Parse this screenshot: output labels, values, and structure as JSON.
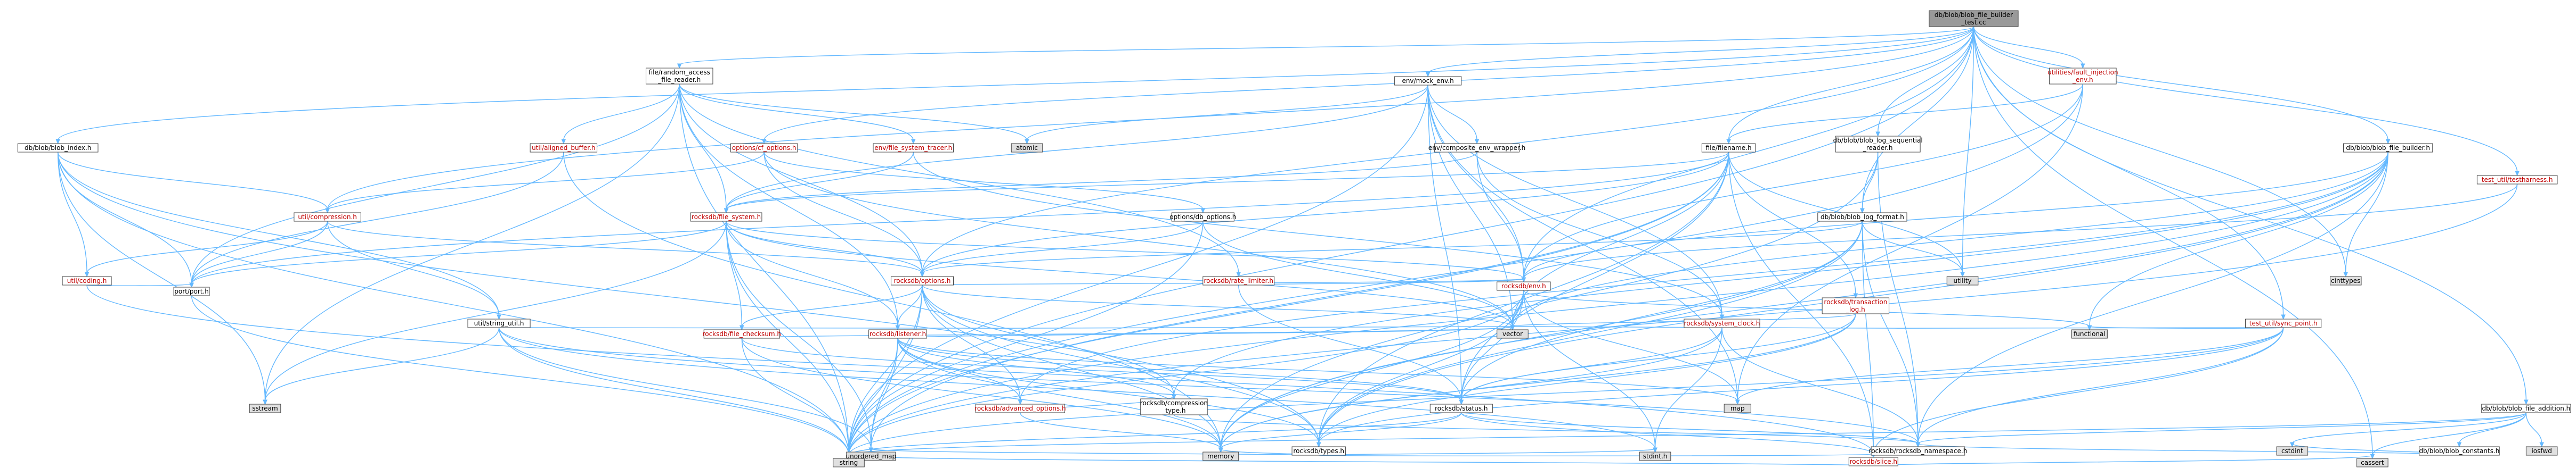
{
  "colors": {
    "edge": "#63b8ff",
    "root_fill": "#999999",
    "node_fill": "#ffffff",
    "external_fill": "#e0e0e0",
    "node_border": "#404040",
    "red_text": "#c00000"
  },
  "nodes": [
    {
      "id": "root",
      "lines": [
        "db/blob/blob_file_builder",
        "_test.cc"
      ],
      "kind": "root"
    },
    {
      "id": "random_access_file_reader",
      "lines": [
        "file/random_access",
        "_file_reader.h"
      ],
      "kind": "normal"
    },
    {
      "id": "mock_env",
      "lines": [
        "env/mock_env.h"
      ],
      "kind": "normal"
    },
    {
      "id": "fault_injection_env",
      "lines": [
        "utilities/fault_injection",
        "_env.h"
      ],
      "kind": "link"
    },
    {
      "id": "blob_index",
      "lines": [
        "db/blob/blob_index.h"
      ],
      "kind": "normal"
    },
    {
      "id": "aligned_buffer",
      "lines": [
        "util/aligned_buffer.h"
      ],
      "kind": "link"
    },
    {
      "id": "file_system_tracer",
      "lines": [
        "env/file_system_tracer.h"
      ],
      "kind": "link"
    },
    {
      "id": "atomic",
      "lines": [
        "atomic"
      ],
      "kind": "external"
    },
    {
      "id": "cf_options",
      "lines": [
        "options/cf_options.h"
      ],
      "kind": "link"
    },
    {
      "id": "composite_env_wrapper",
      "lines": [
        "env/composite_env_wrapper.h"
      ],
      "kind": "normal"
    },
    {
      "id": "filename",
      "lines": [
        "file/filename.h"
      ],
      "kind": "normal"
    },
    {
      "id": "blob_log_sequential_reader",
      "lines": [
        "db/blob/blob_log_sequential",
        "_reader.h"
      ],
      "kind": "normal"
    },
    {
      "id": "blob_file_builder",
      "lines": [
        "db/blob/blob_file_builder.h"
      ],
      "kind": "normal"
    },
    {
      "id": "testharness",
      "lines": [
        "test_util/testharness.h"
      ],
      "kind": "link"
    },
    {
      "id": "compression",
      "lines": [
        "util/compression.h"
      ],
      "kind": "link"
    },
    {
      "id": "file_system",
      "lines": [
        "rocksdb/file_system.h"
      ],
      "kind": "link"
    },
    {
      "id": "db_options",
      "lines": [
        "options/db_options.h"
      ],
      "kind": "normal"
    },
    {
      "id": "blob_log_format",
      "lines": [
        "db/blob/blob_log_format.h"
      ],
      "kind": "normal"
    },
    {
      "id": "cinttypes",
      "lines": [
        "cinttypes"
      ],
      "kind": "external"
    },
    {
      "id": "utility",
      "lines": [
        "utility"
      ],
      "kind": "external"
    },
    {
      "id": "coding",
      "lines": [
        "util/coding.h"
      ],
      "kind": "link"
    },
    {
      "id": "string_util",
      "lines": [
        "util/string_util.h"
      ],
      "kind": "normal"
    },
    {
      "id": "port",
      "lines": [
        "port/port.h"
      ],
      "kind": "normal"
    },
    {
      "id": "options",
      "lines": [
        "rocksdb/options.h"
      ],
      "kind": "link"
    },
    {
      "id": "rate_limiter",
      "lines": [
        "rocksdb/rate_limiter.h"
      ],
      "kind": "link"
    },
    {
      "id": "env",
      "lines": [
        "rocksdb/env.h"
      ],
      "kind": "link"
    },
    {
      "id": "system_clock",
      "lines": [
        "rocksdb/system_clock.h"
      ],
      "kind": "link"
    },
    {
      "id": "transaction_log",
      "lines": [
        "rocksdb/transaction",
        "_log.h"
      ],
      "kind": "link"
    },
    {
      "id": "sync_point",
      "lines": [
        "test_util/sync_point.h"
      ],
      "kind": "link"
    },
    {
      "id": "blob_file_addition",
      "lines": [
        "db/blob/blob_file_addition.h"
      ],
      "kind": "normal"
    },
    {
      "id": "file_checksum",
      "lines": [
        "rocksdb/file_checksum.h"
      ],
      "kind": "link"
    },
    {
      "id": "listener",
      "lines": [
        "rocksdb/listener.h"
      ],
      "kind": "link"
    },
    {
      "id": "sstream",
      "lines": [
        "sstream"
      ],
      "kind": "external"
    },
    {
      "id": "vector",
      "lines": [
        "vector"
      ],
      "kind": "external"
    },
    {
      "id": "map",
      "lines": [
        "map"
      ],
      "kind": "external"
    },
    {
      "id": "functional",
      "lines": [
        "functional"
      ],
      "kind": "external"
    },
    {
      "id": "status",
      "lines": [
        "rocksdb/status.h"
      ],
      "kind": "normal"
    },
    {
      "id": "advanced_options",
      "lines": [
        "rocksdb/advanced_options.h"
      ],
      "kind": "link"
    },
    {
      "id": "compression_type",
      "lines": [
        "rocksdb/compression",
        "_type.h"
      ],
      "kind": "normal"
    },
    {
      "id": "iosfwd",
      "lines": [
        "iosfwd"
      ],
      "kind": "external"
    },
    {
      "id": "blob_constants",
      "lines": [
        "db/blob/blob_constants.h"
      ],
      "kind": "normal"
    },
    {
      "id": "rocksdb_namespace",
      "lines": [
        "rocksdb/rocksdb_namespace.h"
      ],
      "kind": "normal"
    },
    {
      "id": "cstdint",
      "lines": [
        "cstdint"
      ],
      "kind": "external"
    },
    {
      "id": "types",
      "lines": [
        "rocksdb/types.h"
      ],
      "kind": "normal"
    },
    {
      "id": "unordered_map",
      "lines": [
        "unordered_map"
      ],
      "kind": "external"
    },
    {
      "id": "memory",
      "lines": [
        "memory"
      ],
      "kind": "external"
    },
    {
      "id": "stdint",
      "lines": [
        "stdint.h"
      ],
      "kind": "external"
    },
    {
      "id": "slice",
      "lines": [
        "rocksdb/slice.h"
      ],
      "kind": "link"
    },
    {
      "id": "string",
      "lines": [
        "string"
      ],
      "kind": "external"
    },
    {
      "id": "cassert",
      "lines": [
        "cassert"
      ],
      "kind": "external"
    }
  ],
  "edges": [
    [
      "root",
      "random_access_file_reader"
    ],
    [
      "root",
      "mock_env"
    ],
    [
      "root",
      "fault_injection_env"
    ],
    [
      "root",
      "blob_index"
    ],
    [
      "root",
      "cf_options"
    ],
    [
      "root",
      "filename"
    ],
    [
      "root",
      "blob_log_sequential_reader"
    ],
    [
      "root",
      "blob_file_builder"
    ],
    [
      "root",
      "testharness"
    ],
    [
      "root",
      "compression"
    ],
    [
      "root",
      "blob_log_format"
    ],
    [
      "root",
      "utility"
    ],
    [
      "root",
      "cinttypes"
    ],
    [
      "root",
      "env"
    ],
    [
      "root",
      "options"
    ],
    [
      "root",
      "sync_point"
    ],
    [
      "root",
      "blob_file_addition"
    ],
    [
      "root",
      "cassert"
    ],
    [
      "root",
      "string"
    ],
    [
      "random_access_file_reader",
      "aligned_buffer"
    ],
    [
      "random_access_file_reader",
      "file_system_tracer"
    ],
    [
      "random_access_file_reader",
      "atomic"
    ],
    [
      "random_access_file_reader",
      "file_system"
    ],
    [
      "random_access_file_reader",
      "listener"
    ],
    [
      "random_access_file_reader",
      "options"
    ],
    [
      "random_access_file_reader",
      "rate_limiter"
    ],
    [
      "random_access_file_reader",
      "port"
    ],
    [
      "random_access_file_reader",
      "sstream"
    ],
    [
      "random_access_file_reader",
      "string"
    ],
    [
      "mock_env",
      "atomic"
    ],
    [
      "mock_env",
      "composite_env_wrapper"
    ],
    [
      "mock_env",
      "env"
    ],
    [
      "mock_env",
      "system_clock"
    ],
    [
      "mock_env",
      "status"
    ],
    [
      "mock_env",
      "map"
    ],
    [
      "mock_env",
      "vector"
    ],
    [
      "mock_env",
      "string"
    ],
    [
      "mock_env",
      "file_system"
    ],
    [
      "fault_injection_env",
      "filename"
    ],
    [
      "fault_injection_env",
      "env"
    ],
    [
      "fault_injection_env",
      "map"
    ],
    [
      "fault_injection_env",
      "string"
    ],
    [
      "blob_index",
      "compression"
    ],
    [
      "blob_index",
      "coding"
    ],
    [
      "blob_index",
      "string_util"
    ],
    [
      "blob_index",
      "port"
    ],
    [
      "blob_index",
      "types"
    ],
    [
      "blob_index",
      "sstream"
    ],
    [
      "blob_index",
      "string"
    ],
    [
      "aligned_buffer",
      "port"
    ],
    [
      "aligned_buffer",
      "memory"
    ],
    [
      "file_system_tracer",
      "file_system"
    ],
    [
      "file_system_tracer",
      "system_clock"
    ],
    [
      "cf_options",
      "compression"
    ],
    [
      "cf_options",
      "db_options"
    ],
    [
      "cf_options",
      "options"
    ],
    [
      "cf_options",
      "vector"
    ],
    [
      "composite_env_wrapper",
      "env"
    ],
    [
      "composite_env_wrapper",
      "file_system"
    ],
    [
      "composite_env_wrapper",
      "system_clock"
    ],
    [
      "filename",
      "file_system"
    ],
    [
      "filename",
      "options"
    ],
    [
      "filename",
      "transaction_log"
    ],
    [
      "filename",
      "slice"
    ],
    [
      "filename",
      "status"
    ],
    [
      "filename",
      "types"
    ],
    [
      "filename",
      "vector"
    ],
    [
      "filename",
      "unordered_map"
    ],
    [
      "filename",
      "string"
    ],
    [
      "filename",
      "port"
    ],
    [
      "filename",
      "utility"
    ],
    [
      "blob_log_sequential_reader",
      "blob_log_format"
    ],
    [
      "blob_log_sequential_reader",
      "rocksdb_namespace"
    ],
    [
      "blob_log_sequential_reader",
      "memory"
    ],
    [
      "blob_file_builder",
      "cinttypes"
    ],
    [
      "blob_file_builder",
      "functional"
    ],
    [
      "blob_file_builder",
      "memory"
    ],
    [
      "blob_file_builder",
      "string"
    ],
    [
      "blob_file_builder",
      "vector"
    ],
    [
      "blob_file_builder",
      "advanced_options"
    ],
    [
      "blob_file_builder",
      "compression_type"
    ],
    [
      "blob_file_builder",
      "env"
    ],
    [
      "blob_file_builder",
      "rocksdb_namespace"
    ],
    [
      "blob_file_builder",
      "types"
    ],
    [
      "testharness",
      "env"
    ],
    [
      "testharness",
      "string"
    ],
    [
      "compression",
      "options"
    ],
    [
      "compression",
      "coding"
    ],
    [
      "compression",
      "string_util"
    ],
    [
      "compression",
      "port"
    ],
    [
      "file_system",
      "env"
    ],
    [
      "file_system",
      "options"
    ],
    [
      "file_system",
      "file_checksum"
    ],
    [
      "file_system",
      "listener"
    ],
    [
      "file_system",
      "sstream"
    ],
    [
      "file_system",
      "vector"
    ],
    [
      "file_system",
      "string"
    ],
    [
      "file_system",
      "unordered_map"
    ],
    [
      "file_system",
      "port"
    ],
    [
      "db_options",
      "options"
    ],
    [
      "db_options",
      "vector"
    ],
    [
      "db_options",
      "string"
    ],
    [
      "blob_log_format",
      "options"
    ],
    [
      "blob_log_format",
      "rocksdb_namespace"
    ],
    [
      "blob_log_format",
      "slice"
    ],
    [
      "blob_log_format",
      "status"
    ],
    [
      "blob_log_format",
      "types"
    ],
    [
      "blob_log_format",
      "memory"
    ],
    [
      "blob_log_format",
      "utility"
    ],
    [
      "coding",
      "port"
    ],
    [
      "coding",
      "slice"
    ],
    [
      "string_util",
      "sstream"
    ],
    [
      "string_util",
      "string"
    ],
    [
      "string_util",
      "unordered_map"
    ],
    [
      "string_util",
      "vector"
    ],
    [
      "string_util",
      "rocksdb_namespace"
    ],
    [
      "string_util",
      "stdint"
    ],
    [
      "port",
      "string"
    ],
    [
      "options",
      "advanced_options"
    ],
    [
      "options",
      "compression_type"
    ],
    [
      "options",
      "env"
    ],
    [
      "options",
      "file_checksum"
    ],
    [
      "options",
      "listener"
    ],
    [
      "options",
      "types"
    ],
    [
      "options",
      "unordered_map"
    ],
    [
      "options",
      "vector"
    ],
    [
      "options",
      "string"
    ],
    [
      "options",
      "memory"
    ],
    [
      "rate_limiter",
      "env"
    ],
    [
      "rate_limiter",
      "status"
    ],
    [
      "env",
      "status"
    ],
    [
      "env",
      "types"
    ],
    [
      "env",
      "vector"
    ],
    [
      "env",
      "string"
    ],
    [
      "env",
      "memory"
    ],
    [
      "env",
      "stdint"
    ],
    [
      "env",
      "functional"
    ],
    [
      "env",
      "map"
    ],
    [
      "system_clock",
      "status"
    ],
    [
      "system_clock",
      "memory"
    ],
    [
      "system_clock",
      "stdint"
    ],
    [
      "system_clock",
      "rocksdb_namespace"
    ],
    [
      "transaction_log",
      "status"
    ],
    [
      "transaction_log",
      "types"
    ],
    [
      "transaction_log",
      "memory"
    ],
    [
      "transaction_log",
      "vector"
    ],
    [
      "sync_point",
      "functional"
    ],
    [
      "sync_point",
      "map"
    ],
    [
      "sync_point",
      "rocksdb_namespace"
    ],
    [
      "sync_point",
      "slice"
    ],
    [
      "sync_point",
      "types"
    ],
    [
      "sync_point",
      "vector"
    ],
    [
      "sync_point",
      "string"
    ],
    [
      "blob_file_addition",
      "iosfwd"
    ],
    [
      "blob_file_addition",
      "blob_constants"
    ],
    [
      "blob_file_addition",
      "rocksdb_namespace"
    ],
    [
      "blob_file_addition",
      "cassert"
    ],
    [
      "blob_file_addition",
      "cstdint"
    ],
    [
      "blob_file_addition",
      "string"
    ],
    [
      "file_checksum",
      "status"
    ],
    [
      "file_checksum",
      "vector"
    ],
    [
      "file_checksum",
      "string"
    ],
    [
      "file_checksum",
      "memory"
    ],
    [
      "listener",
      "advanced_options"
    ],
    [
      "listener",
      "compression_type"
    ],
    [
      "listener",
      "status"
    ],
    [
      "listener",
      "types"
    ],
    [
      "listener",
      "unordered_map"
    ],
    [
      "listener",
      "vector"
    ],
    [
      "listener",
      "string"
    ],
    [
      "listener",
      "memory"
    ],
    [
      "listener",
      "map"
    ],
    [
      "status",
      "rocksdb_namespace"
    ],
    [
      "status",
      "slice"
    ],
    [
      "status",
      "memory"
    ],
    [
      "status",
      "string"
    ],
    [
      "advanced_options",
      "compression_type"
    ],
    [
      "advanced_options",
      "memory"
    ],
    [
      "compression_type",
      "rocksdb_namespace"
    ],
    [
      "blob_constants",
      "cstdint"
    ],
    [
      "blob_constants",
      "rocksdb_namespace"
    ],
    [
      "types",
      "slice"
    ],
    [
      "types",
      "stdint"
    ],
    [
      "types",
      "unordered_map"
    ],
    [
      "types",
      "memory"
    ],
    [
      "slice",
      "cassert"
    ],
    [
      "slice",
      "string"
    ]
  ]
}
